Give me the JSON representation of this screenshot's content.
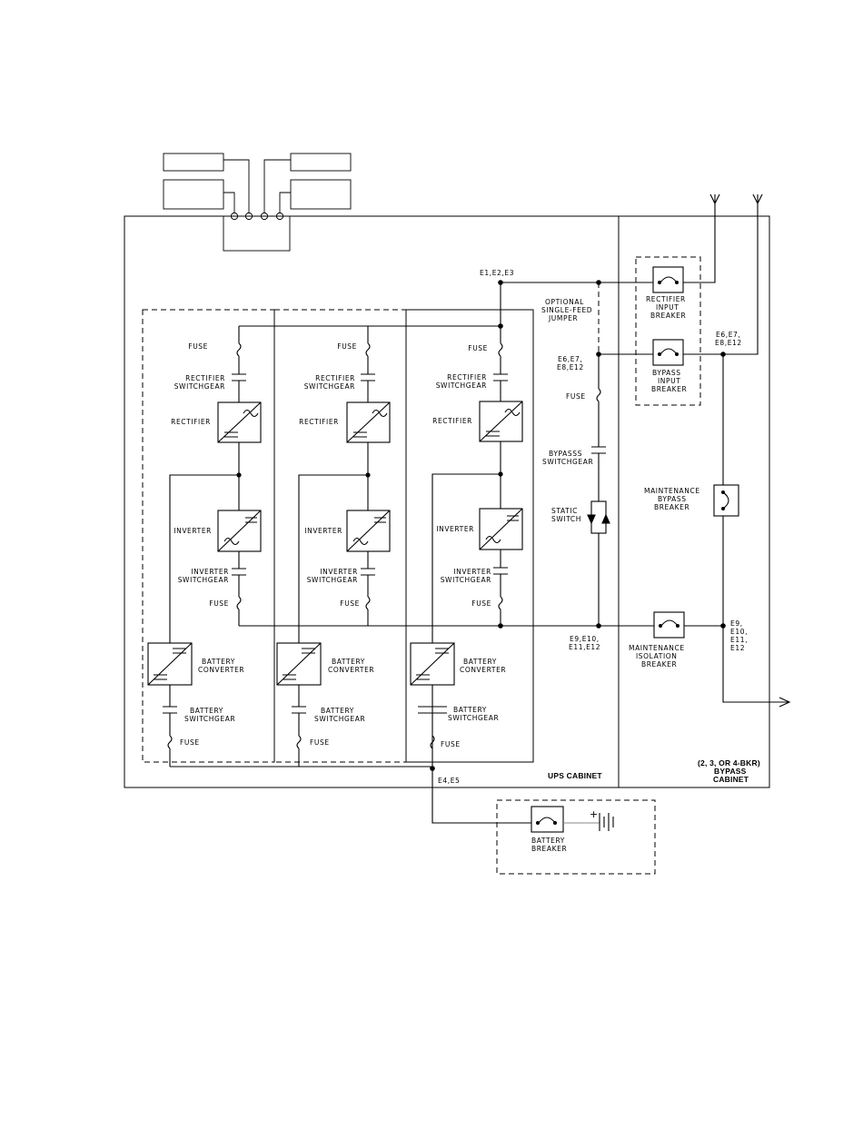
{
  "labels": {
    "fuse": "FUSE",
    "rectifier_switchgear": [
      "RECTIFIER",
      "SWITCHGEAR"
    ],
    "rectifier": "RECTIFIER",
    "inverter": "INVERTER",
    "inverter_switchgear": [
      "INVERTER",
      "SWITCHGEAR"
    ],
    "battery_converter": [
      "BATTERY",
      "CONVERTER"
    ],
    "battery_switchgear": [
      "BATTERY",
      "SWITCHGEAR"
    ],
    "terminals_top": "E1,E2,E3",
    "optional_jumper": [
      "OPTIONAL",
      "SINGLE-FEED",
      "JUMPER"
    ],
    "terminals_bypass": [
      "E6,E7,",
      "E8,E12"
    ],
    "terminals_bypass_right": [
      "E6,E7,",
      "E8,E12"
    ],
    "bypass_fuse": "FUSE",
    "bypass_switchgear": [
      "BYPASSS",
      "SWITCHGEAR"
    ],
    "static_switch": [
      "STATIC",
      "SWITCH"
    ],
    "terminals_output": [
      "E9,E10,",
      "E11,E12"
    ],
    "terminals_output_right": [
      "E9,",
      "E10,",
      "E11,",
      "E12"
    ],
    "rectifier_input_breaker": [
      "RECTIFIER",
      "INPUT",
      "BREAKER"
    ],
    "bypass_input_breaker": [
      "BYPASS",
      "INPUT",
      "BREAKER"
    ],
    "maintenance_bypass_breaker": [
      "MAINTENANCE",
      "BYPASS",
      "BREAKER"
    ],
    "maintenance_isolation_breaker": [
      "MAINTENANCE",
      "ISOLATION",
      "BREAKER"
    ],
    "ups_cabinet": "UPS CABINET",
    "bypass_cabinet": [
      "(2, 3, OR 4-BKR)",
      "BYPASS",
      "CABINET"
    ],
    "terminals_battery": "E4,E5",
    "battery_breaker": [
      "BATTERY",
      "BREAKER"
    ],
    "battery_plus": "+"
  }
}
